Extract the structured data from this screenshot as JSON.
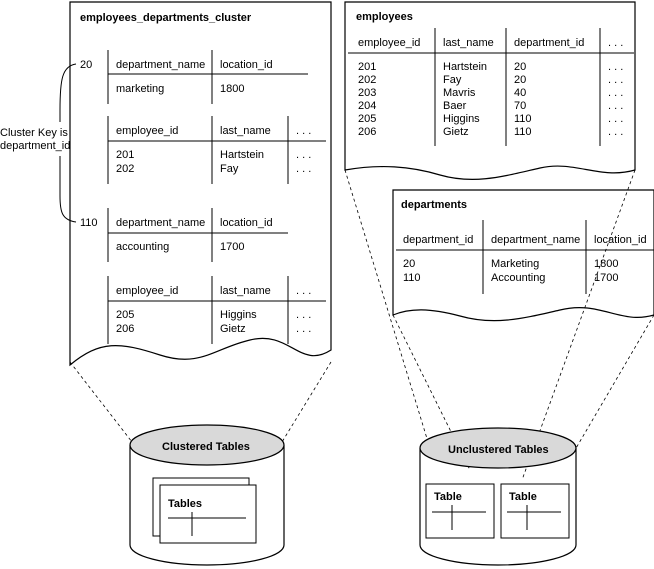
{
  "cluster_doc": {
    "title": "employees_departments_cluster",
    "side_label_line1": "Cluster Key is",
    "side_label_line2": "department_id",
    "groups": [
      {
        "key": "20",
        "dept_header": [
          "department_name",
          "location_id"
        ],
        "dept_row": [
          "marketing",
          "1800"
        ],
        "emp_header": [
          "employee_id",
          "last_name",
          ". . ."
        ],
        "emp_rows": [
          [
            "201",
            "Hartstein",
            ". . ."
          ],
          [
            "202",
            "Fay",
            ". . ."
          ]
        ]
      },
      {
        "key": "110",
        "dept_header": [
          "department_name",
          "location_id"
        ],
        "dept_row": [
          "accounting",
          "1700"
        ],
        "emp_header": [
          "employee_id",
          "last_name",
          ". . ."
        ],
        "emp_rows": [
          [
            "205",
            "Higgins",
            ". . ."
          ],
          [
            "206",
            "Gietz",
            ". . ."
          ]
        ]
      }
    ]
  },
  "employees_doc": {
    "title": "employees",
    "header": [
      "employee_id",
      "last_name",
      "department_id",
      ". . ."
    ],
    "rows": [
      [
        "201",
        "Hartstein",
        "20",
        ". . ."
      ],
      [
        "202",
        "Fay",
        "20",
        ". . ."
      ],
      [
        "203",
        "Mavris",
        "40",
        ". . ."
      ],
      [
        "204",
        "Baer",
        "70",
        ". . ."
      ],
      [
        "205",
        "Higgins",
        "110",
        ". . ."
      ],
      [
        "206",
        "Gietz",
        "110",
        ". . ."
      ]
    ]
  },
  "departments_doc": {
    "title": "departments",
    "header": [
      "department_id",
      "department_name",
      "location_id"
    ],
    "rows": [
      [
        "20",
        "Marketing",
        "1800"
      ],
      [
        "110",
        "Accounting",
        "1700"
      ]
    ]
  },
  "clustered_db": {
    "label": "Clustered Tables",
    "card_label": "Tables"
  },
  "unclustered_db": {
    "label": "Unclustered Tables",
    "card_labels": [
      "Table",
      "Table"
    ]
  }
}
